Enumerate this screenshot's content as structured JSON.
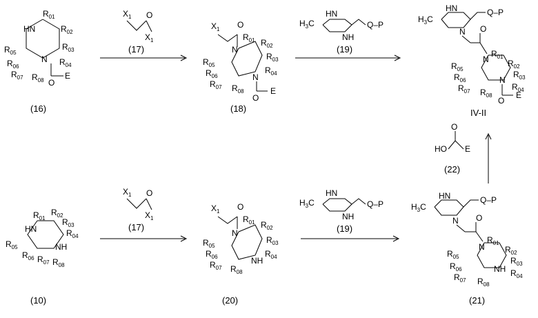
{
  "compounds": {
    "c16": {
      "label": "(16)"
    },
    "c17": {
      "label": "(17)",
      "x1a": "X",
      "x1b": "X",
      "sub": "1"
    },
    "c18": {
      "label": "(18)"
    },
    "c19": {
      "label": "(19)",
      "me": "H3C",
      "qp": "Q–P",
      "nh": "HN",
      "nh2": "NH"
    },
    "c22": {
      "label": "(22)",
      "ho": "HO",
      "e": "E"
    },
    "ivii": {
      "label": "IV-II"
    },
    "c10": {
      "label": "(10)"
    },
    "c20": {
      "label": "(20)"
    },
    "c21": {
      "label": "(21)"
    }
  },
  "atoms": {
    "hn": "HN",
    "nh": "NH",
    "n": "N",
    "o": "O",
    "e": "E",
    "x": "X",
    "one": "1",
    "r": "R",
    "r01": "01",
    "r02": "02",
    "r03": "03",
    "r04": "04",
    "r05": "05",
    "r06": "06",
    "r07": "07",
    "r08": "08",
    "h3c": "H",
    "three": "3",
    "c": "C",
    "q": "Q",
    "p": "P",
    "ho": "HO"
  }
}
